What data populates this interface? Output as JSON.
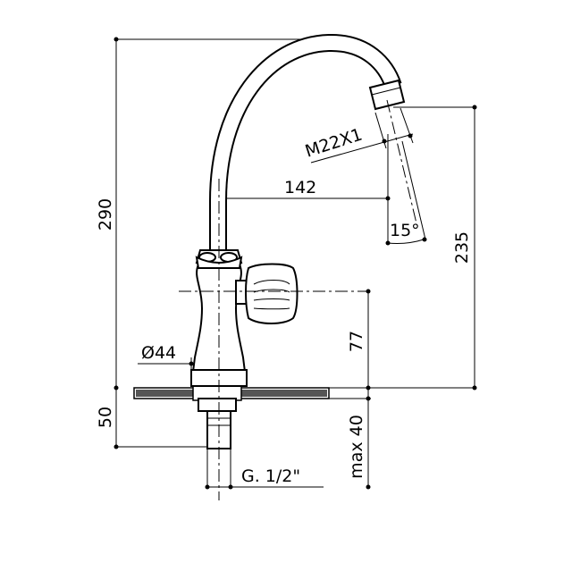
{
  "dimensions": {
    "height_total": "290",
    "height_spout": "235",
    "reach": "142",
    "thread_outlet": "M22X1",
    "angle": "15°",
    "handle_height": "77",
    "base_diameter": "Ø44",
    "shank_length": "50",
    "max_thickness": "max 40",
    "inlet_thread": "G. 1/2\""
  }
}
